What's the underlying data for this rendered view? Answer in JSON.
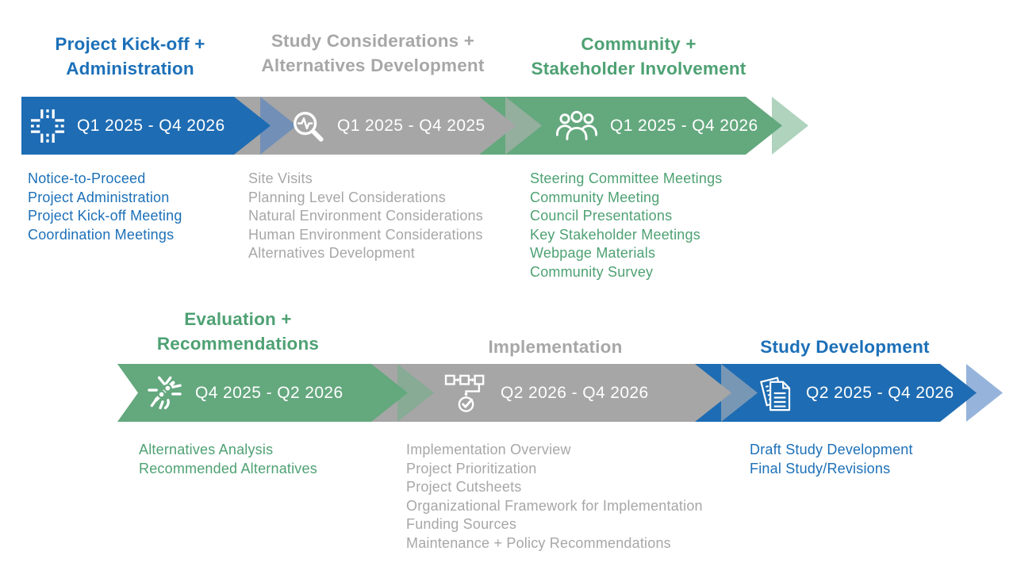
{
  "colors": {
    "blue_band": "#1E6CB3",
    "gray_band": "#A6A6A6",
    "green_band": "#64A87E",
    "blue_text": "#1C70B8",
    "gray_text": "#A7A7A7",
    "green_text": "#4EA173"
  },
  "phases": [
    {
      "id": "kickoff",
      "color": "blue",
      "icon": "road-intersection-icon",
      "title_lines": [
        "Project Kick-off +",
        "Administration"
      ],
      "date_range": "Q1 2025 - Q4 2026",
      "items": [
        "Notice-to-Proceed",
        "Project Administration",
        "Project Kick-off Meeting",
        "Coordination Meetings"
      ]
    },
    {
      "id": "study-considerations",
      "color": "gray",
      "icon": "magnifier-pulse-icon",
      "title_lines": [
        "Study Considerations +",
        "Alternatives Development"
      ],
      "date_range": "Q1 2025 - Q4 2025",
      "items": [
        "Site Visits",
        "Planning Level Considerations",
        "Natural Environment Considerations",
        "Human Environment Considerations",
        "Alternatives Development"
      ]
    },
    {
      "id": "community",
      "color": "green",
      "icon": "people-group-icon",
      "title_lines": [
        "Community +",
        "Stakeholder Involvement"
      ],
      "date_range": "Q1 2025 - Q4 2026",
      "items": [
        "Steering Committee Meetings",
        "Community Meeting",
        "Council Presentations",
        "Key Stakeholder Meetings",
        "Webpage Materials",
        "Community Survey"
      ]
    },
    {
      "id": "evaluation",
      "color": "green",
      "icon": "interchange-icon",
      "title_lines": [
        "Evaluation +",
        "Recommendations"
      ],
      "date_range": "Q4 2025 - Q2 2026",
      "items": [
        "Alternatives Analysis",
        "Recommended Alternatives"
      ]
    },
    {
      "id": "implementation",
      "color": "gray",
      "icon": "flowchart-check-icon",
      "title_lines": [
        "Implementation"
      ],
      "date_range": "Q2 2026 - Q4 2026",
      "items": [
        "Implementation Overview",
        "Project Prioritization",
        "Project Cutsheets",
        "Organizational Framework for Implementation",
        "Funding Sources",
        "Maintenance + Policy Recommendations"
      ]
    },
    {
      "id": "study-development",
      "color": "blue",
      "icon": "documents-icon",
      "title_lines": [
        "Study Development"
      ],
      "date_range": "Q2 2025 - Q4 2026",
      "items": [
        "Draft Study Development",
        "Final Study/Revisions"
      ]
    }
  ]
}
